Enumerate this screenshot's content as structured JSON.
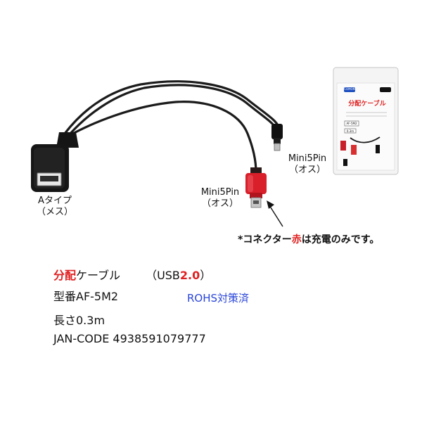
{
  "labels": {
    "a_type": "Aタイプ",
    "a_type_sub": "（メス）",
    "mini_black": "Mini5Pin",
    "mini_black_sub": "（オス）",
    "mini_red": "Mini5Pin",
    "mini_red_sub": "（オス）"
  },
  "note": {
    "prefix": "*コネクター",
    "red_word": "赤",
    "suffix": "は充電のみです。"
  },
  "package": {
    "brand": "COMON",
    "title": "分配ケーブル",
    "model": "AF-5M2",
    "length": "0.3m"
  },
  "info": {
    "title_red": "分配",
    "title_black": "ケーブル",
    "usb_open": "（USB",
    "usb_version": "2.0",
    "usb_close": "）",
    "model_line": "型番AF-5M2",
    "rohs": "ROHS対策済",
    "length_line": "長さ0.3m",
    "jan_line": "JAN-CODE 4938591079777"
  },
  "colors": {
    "accent_red": "#e02020",
    "accent_blue": "#2a46d8",
    "cable": "#1a1a1a",
    "connector_red": "#d81f2a"
  }
}
